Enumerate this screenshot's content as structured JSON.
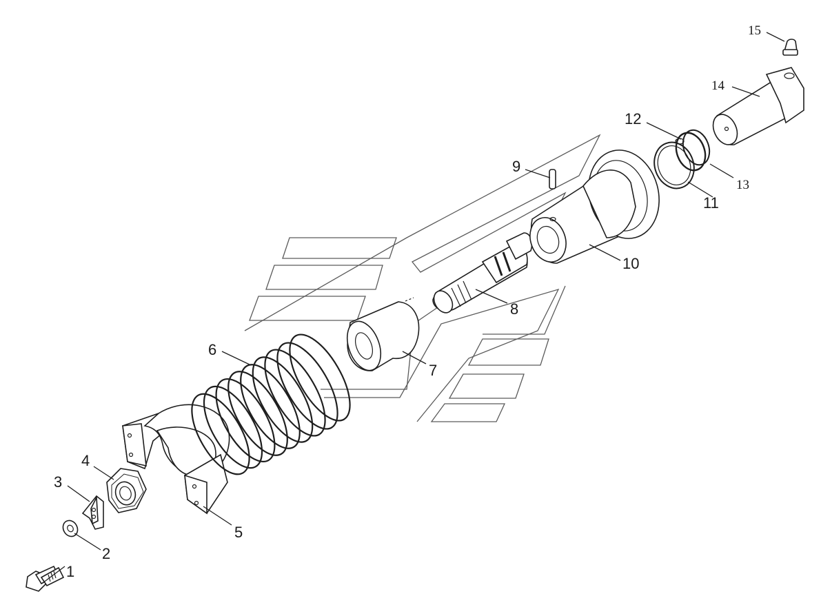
{
  "diagram": {
    "background_color": "#ffffff",
    "line_color": "#1e1e1e",
    "watermark_color": "#5a5a5a",
    "callouts": [
      {
        "id": "1",
        "label": "1"
      },
      {
        "id": "2",
        "label": "2"
      },
      {
        "id": "3",
        "label": "3"
      },
      {
        "id": "4",
        "label": "4"
      },
      {
        "id": "5",
        "label": "5"
      },
      {
        "id": "6",
        "label": "6"
      },
      {
        "id": "7",
        "label": "7"
      },
      {
        "id": "8",
        "label": "8"
      },
      {
        "id": "9",
        "label": "9"
      },
      {
        "id": "10",
        "label": "10"
      },
      {
        "id": "11",
        "label": "11"
      },
      {
        "id": "12",
        "label": "12"
      },
      {
        "id": "13",
        "label": "13"
      },
      {
        "id": "14",
        "label": "14"
      },
      {
        "id": "15",
        "label": "15"
      }
    ]
  }
}
